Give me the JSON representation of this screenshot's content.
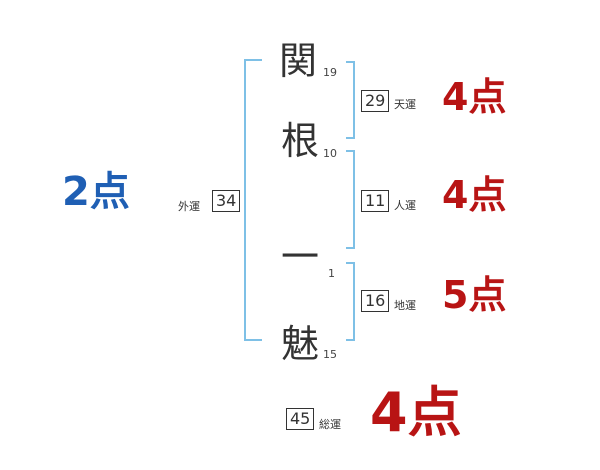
{
  "name": {
    "chars": [
      {
        "char": "関",
        "strokes": "19"
      },
      {
        "char": "根",
        "strokes": "10"
      },
      {
        "char": "一",
        "strokes": "1"
      },
      {
        "char": "魅",
        "strokes": "15"
      }
    ]
  },
  "fortunes": {
    "ten": {
      "value": "29",
      "label": "天運",
      "score": "4点"
    },
    "jin": {
      "value": "11",
      "label": "人運",
      "score": "4点"
    },
    "chi": {
      "value": "16",
      "label": "地運",
      "score": "5点"
    },
    "gai": {
      "value": "34",
      "label": "外運",
      "score": "2点"
    },
    "so": {
      "value": "45",
      "label": "総運",
      "score": "4点"
    }
  },
  "colors": {
    "bracket": "#7ec0e6",
    "score_red": "#b81414",
    "score_blue": "#1f5fb4"
  }
}
